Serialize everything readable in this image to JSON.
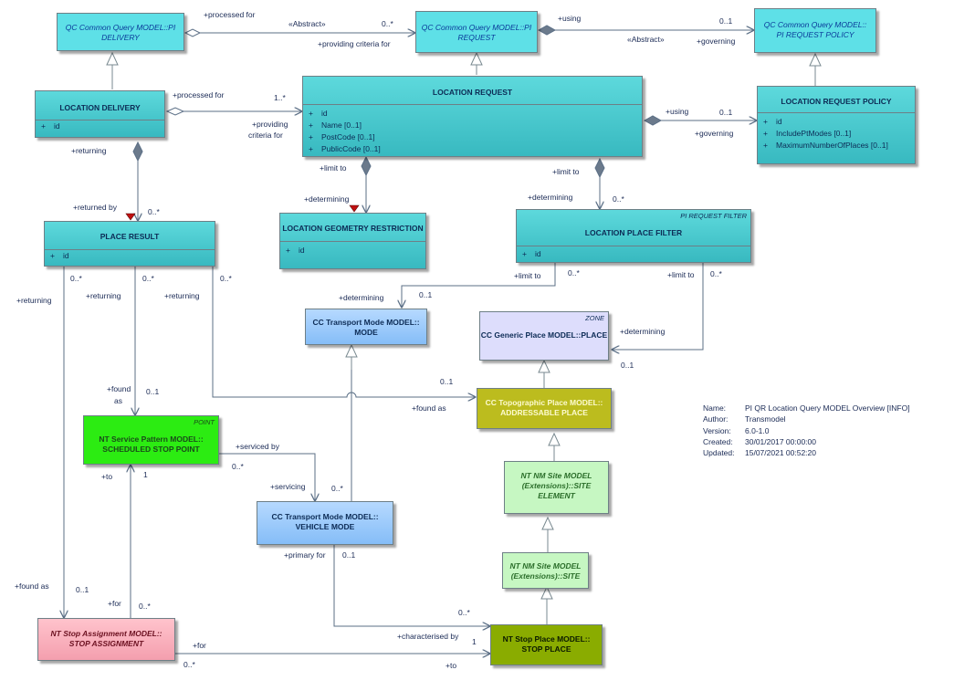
{
  "boxes": {
    "qc_delivery": {
      "line1": "QC Common Query MODEL::PI",
      "line2": "DELIVERY"
    },
    "qc_request": {
      "line1": "QC Common Query MODEL::PI",
      "line2": "REQUEST"
    },
    "qc_policy": {
      "line1": "QC Common Query MODEL::",
      "line2": "PI REQUEST POLICY"
    },
    "location_delivery": {
      "title": "LOCATION DELIVERY",
      "attrs": [
        "id"
      ]
    },
    "location_request": {
      "title": "LOCATION REQUEST",
      "attrs": [
        "id",
        "Name [0..1]",
        "PostCode [0..1]",
        "PublicCode [0..1]"
      ]
    },
    "location_request_policy": {
      "title": "LOCATION REQUEST POLICY",
      "attrs": [
        "id",
        "IncludePtModes [0..1]",
        "MaximumNumberOfPlaces [0..1]"
      ]
    },
    "place_result": {
      "title": "PLACE RESULT",
      "attrs": [
        "id"
      ]
    },
    "geometry_restriction": {
      "title": "LOCATION GEOMETRY RESTRICTION",
      "attrs": [
        "id"
      ]
    },
    "place_filter": {
      "stereotype": "PI REQUEST FILTER",
      "title": "LOCATION PLACE FILTER",
      "attrs": [
        "id"
      ]
    },
    "transport_mode": {
      "line1": "CC Transport Mode MODEL::",
      "line2": "MODE"
    },
    "generic_place": {
      "stereotype": "ZONE",
      "line1": "CC Generic Place MODEL::PLACE"
    },
    "addressable_place": {
      "line1": "CC Topographic Place MODEL::",
      "line2": "ADDRESSABLE PLACE"
    },
    "scheduled_stop_point": {
      "stereotype": "POINT",
      "line1": "NT Service Pattern MODEL::",
      "line2": "SCHEDULED STOP POINT"
    },
    "site_element": {
      "line1": "NT NM Site MODEL",
      "line2": "(Extensions)::SITE",
      "line3": "ELEMENT"
    },
    "vehicle_mode": {
      "line1": "CC Transport Mode MODEL::",
      "line2": "VEHICLE MODE"
    },
    "site": {
      "line1": "NT NM Site MODEL",
      "line2": "(Extensions)::SITE"
    },
    "stop_assignment": {
      "line1": "NT Stop Assignment MODEL::",
      "line2": "STOP ASSIGNMENT"
    },
    "stop_place": {
      "line1": "NT Stop Place MODEL::",
      "line2": "STOP PLACE"
    }
  },
  "visibility": "+",
  "labels": [
    "+processed for",
    "«Abstract»",
    "0..*",
    "+providing criteria for",
    "+using",
    "0..1",
    "«Abstract»",
    "+governing",
    "+processed for",
    "1..*",
    "+providing",
    "criteria for",
    "+using",
    "0..1",
    "+governing",
    "+returning",
    "+returned by",
    "0..*",
    "+limit to",
    "+determining",
    "+limit to",
    "+determining",
    "0..*",
    "0..*",
    "0..*",
    "0..*",
    "+returning",
    "+returning",
    "+returning",
    "+limit to",
    "0..*",
    "+limit to",
    "0..*",
    "+determining",
    "0..1",
    "+determining",
    "0..1",
    "+found",
    "as",
    "0..1",
    "0..1",
    "+found as",
    "+serviced by",
    "0..*",
    "+to",
    "1",
    "+servicing",
    "0..*",
    "+primary for",
    "0..1",
    "+found as",
    "0..1",
    "+for",
    "0..*",
    "0..*",
    "+characterised by",
    "1",
    "+for",
    "0..*",
    "+to"
  ],
  "info": [
    {
      "key": "Name:",
      "value": "PI QR Location Query MODEL Overview [INFO]"
    },
    {
      "key": "Author:",
      "value": "Transmodel"
    },
    {
      "key": "Version:",
      "value": "6.0-1.0"
    },
    {
      "key": "Created:",
      "value": "30/01/2017 00:00:00"
    },
    {
      "key": "Updated:",
      "value": "15/07/2021 00:52:20"
    }
  ],
  "colors": {
    "line": "#5b6f86",
    "inherit": "#7a8a90",
    "marker": "#c01010"
  }
}
